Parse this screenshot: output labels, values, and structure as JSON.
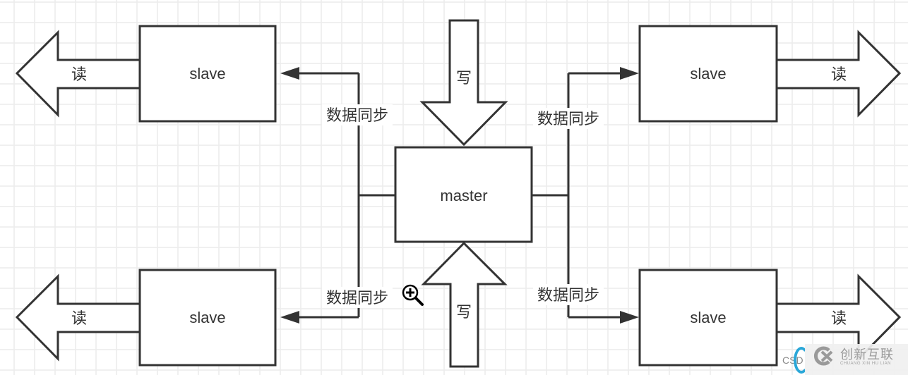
{
  "diagram": {
    "master": {
      "label": "master"
    },
    "slaves": [
      {
        "label": "slave",
        "position": "top-left",
        "read_label": "读"
      },
      {
        "label": "slave",
        "position": "bottom-left",
        "read_label": "读"
      },
      {
        "label": "slave",
        "position": "top-right",
        "read_label": "读"
      },
      {
        "label": "slave",
        "position": "bottom-right",
        "read_label": "读"
      }
    ],
    "write_arrows": [
      {
        "label": "写",
        "direction": "down-into-master"
      },
      {
        "label": "写",
        "direction": "up-into-master"
      }
    ],
    "sync_edges": [
      {
        "label": "数据同步",
        "to": "top-left"
      },
      {
        "label": "数据同步",
        "to": "bottom-left"
      },
      {
        "label": "数据同步",
        "to": "top-right"
      },
      {
        "label": "数据同步",
        "to": "bottom-right"
      }
    ]
  },
  "watermark": {
    "partial_text": "CSD",
    "brand_name": "创新互联",
    "brand_pinyin": "CHUANG XIN HU LIAN",
    "accent_color": "#2aa7d8"
  },
  "colors": {
    "stroke": "#333333",
    "grid": "#ececec",
    "background": "#ffffff"
  }
}
